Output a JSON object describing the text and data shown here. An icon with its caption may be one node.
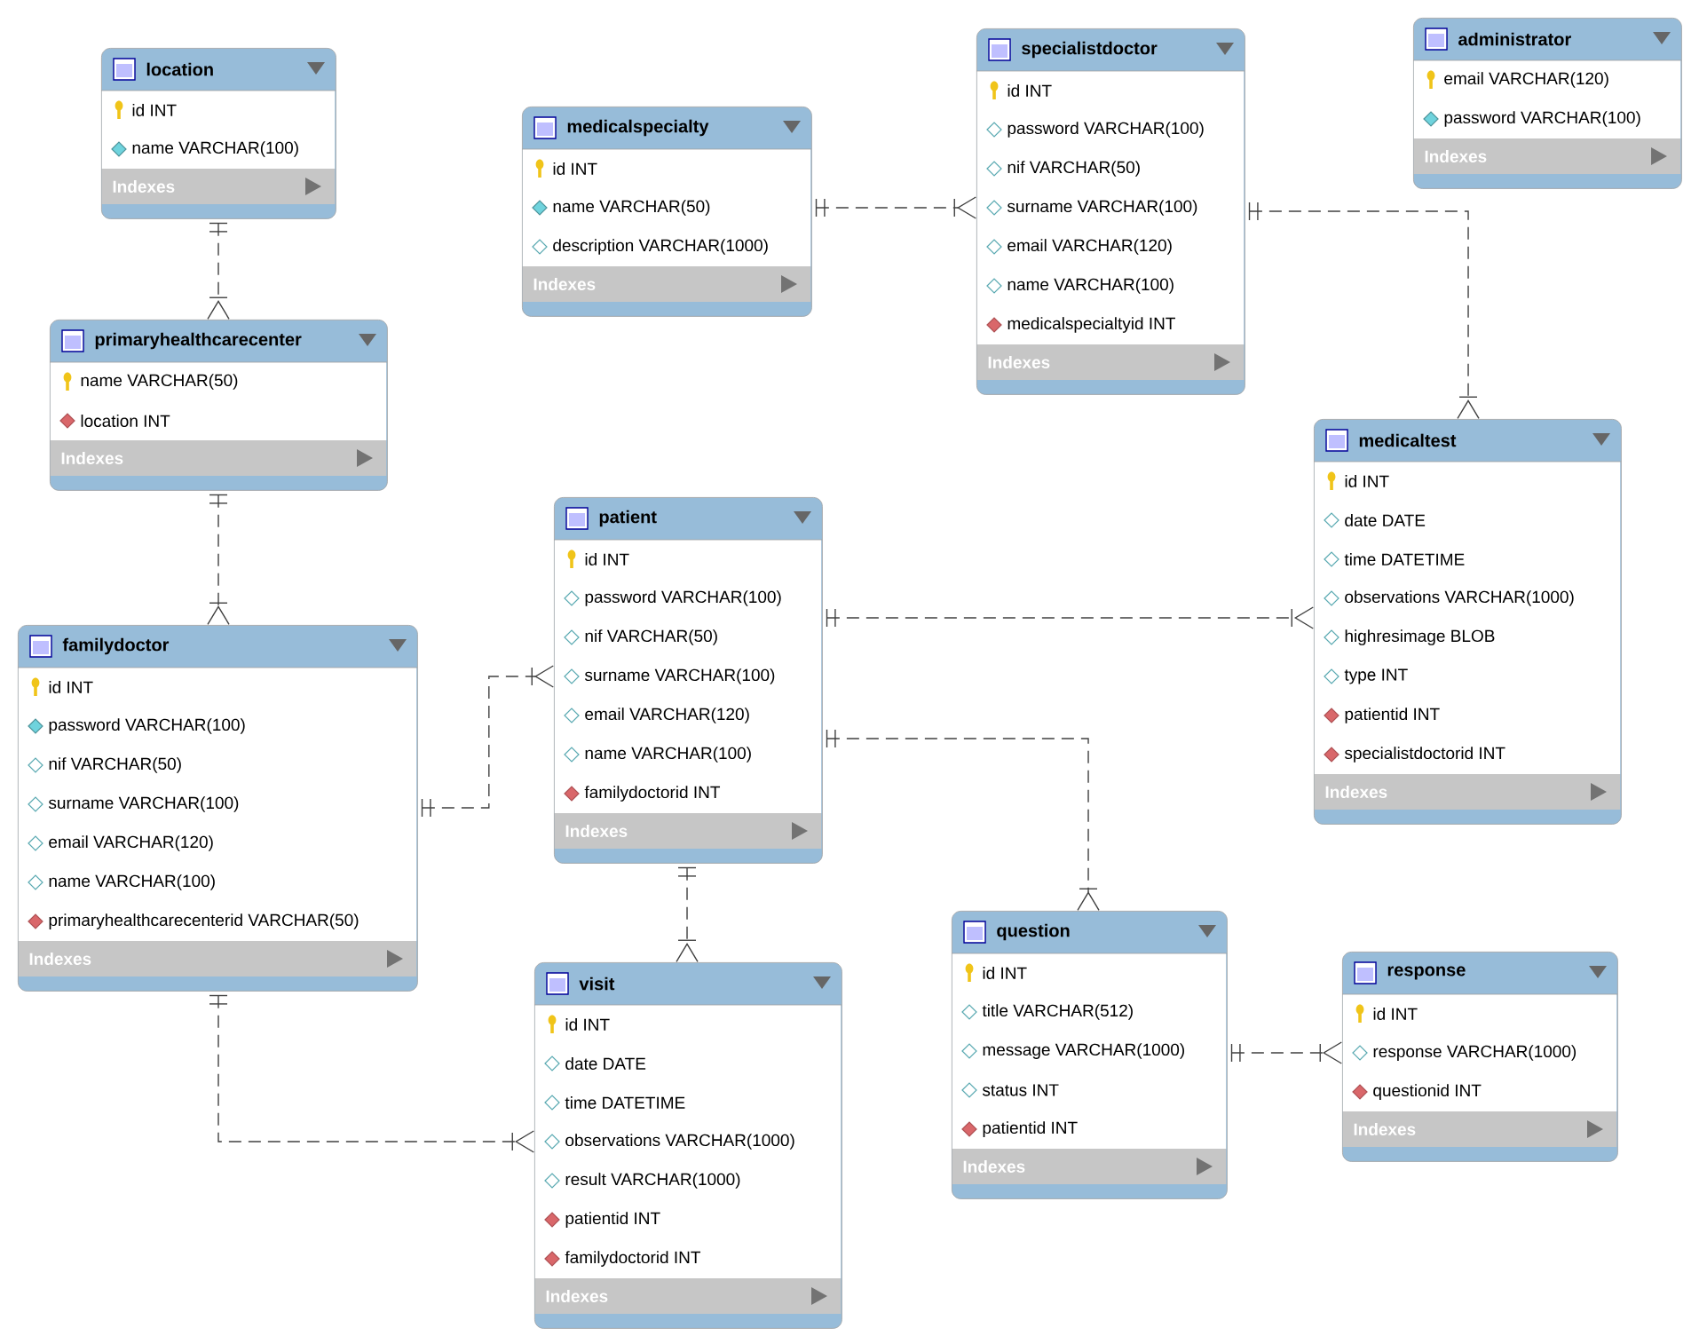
{
  "diagram": {
    "nodes": [
      {
        "text": [
          "location",
          "id INT",
          "name VARCHAR(100)",
          "Indexes"
        ]
      },
      {
        "text": [
          "medicalspecialty",
          "id INT",
          "name VARCHAR(50)",
          "description VARCHAR(1000)",
          "Indexes"
        ]
      },
      {
        "text": [
          "specialistdoctor",
          "id INT",
          "password VARCHAR(100)",
          "nif VARCHAR(50)",
          "surname VARCHAR(100)",
          "email VARCHAR(120)",
          "name VARCHAR(100)",
          "medicalspecialtyid INT",
          "Indexes"
        ]
      },
      {
        "text": [
          "administrator",
          "email VARCHAR(120)",
          "password VARCHAR(100)",
          "Indexes"
        ]
      },
      {
        "text": [
          "primaryhealthcarecenter",
          "name VARCHAR(50)",
          "location INT",
          "Indexes"
        ]
      },
      {
        "text": [
          "medicaltest",
          "id INT",
          "date DATE",
          "time DATETIME",
          "observations VARCHAR(1000)",
          "highresimage BLOB",
          "type INT",
          "patientid INT",
          "specialistdoctorid INT",
          "Indexes"
        ]
      },
      {
        "text": [
          "patient",
          "id INT",
          "password VARCHAR(100)",
          "nif VARCHAR(50)",
          "surname VARCHAR(100)",
          "email VARCHAR(120)",
          "name VARCHAR(100)",
          "familydoctorid INT",
          "Indexes"
        ]
      },
      {
        "text": [
          "familydoctor",
          "id INT",
          "password VARCHAR(100)",
          "nif VARCHAR(50)",
          "surname VARCHAR(100)",
          "email VARCHAR(120)",
          "name VARCHAR(100)",
          "primaryhealthcarecenterid VARCHAR(50)",
          "Indexes"
        ]
      },
      {
        "text": [
          "visit",
          "id INT",
          "date DATE",
          "time DATETIME",
          "observations VARCHAR(1000)",
          "result VARCHAR(1000)",
          "patientid INT",
          "familydoctorid INT",
          "Indexes"
        ]
      },
      {
        "text": [
          "question",
          "id INT",
          "title VARCHAR(512)",
          "message VARCHAR(1000)",
          "status INT",
          "patientid INT",
          "Indexes"
        ]
      },
      {
        "text": [
          "response",
          "id INT",
          "response VARCHAR(1000)",
          "questionid INT",
          "Indexes"
        ]
      }
    ],
    "edges": [
      {
        "from": 0,
        "to": 4,
        "arrow": "other",
        "style": "dashed"
      },
      {
        "from": 4,
        "to": 7,
        "arrow": "other",
        "style": "dashed"
      },
      {
        "from": 7,
        "to": 6,
        "arrow": "other",
        "style": "dashed"
      },
      {
        "from": 7,
        "to": 8,
        "arrow": "other",
        "style": "dashed"
      },
      {
        "from": 6,
        "to": 8,
        "arrow": "other",
        "style": "dashed"
      },
      {
        "from": 6,
        "to": 5,
        "arrow": "other",
        "style": "dashed"
      },
      {
        "from": 6,
        "to": 9,
        "arrow": "other",
        "style": "dashed"
      },
      {
        "from": 1,
        "to": 2,
        "arrow": "other",
        "style": "dashed"
      },
      {
        "from": 2,
        "to": 5,
        "arrow": "other",
        "style": "dashed"
      },
      {
        "from": 9,
        "to": 10,
        "arrow": "other",
        "style": "dashed"
      }
    ]
  }
}
